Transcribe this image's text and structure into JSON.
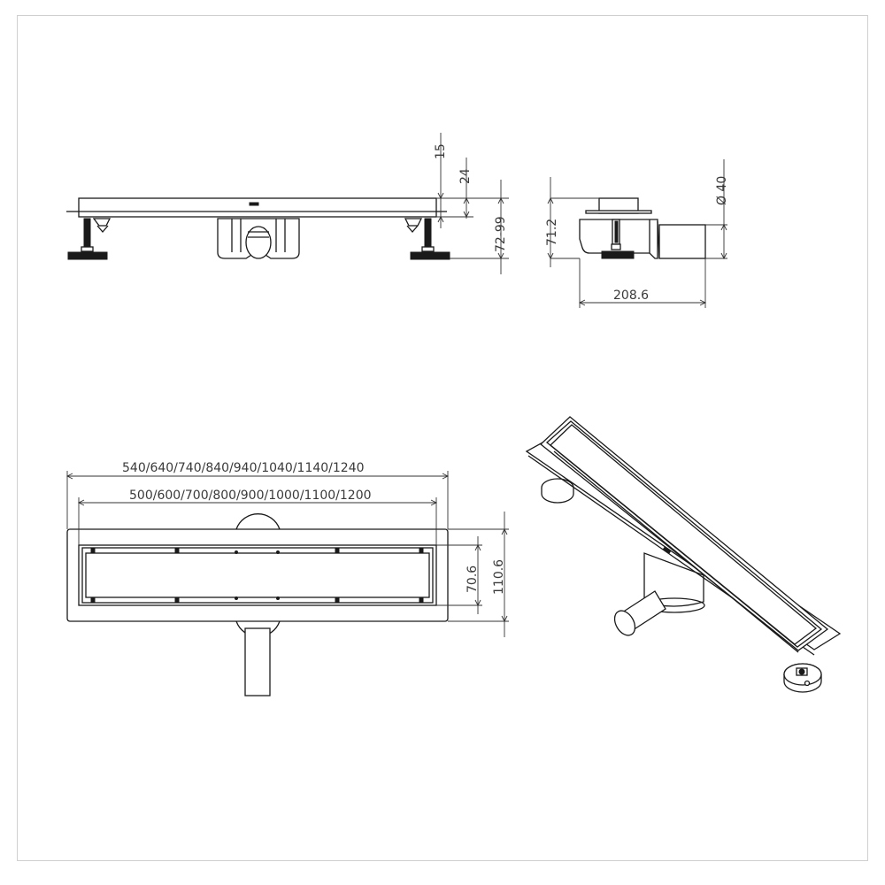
{
  "drawing": {
    "subject": "Linear shower drain technical drawing",
    "views": {
      "front_view": {
        "dimensions": {
          "grate_thickness": "15",
          "channel_height": "24",
          "total_height_range": "72-99"
        }
      },
      "side_view": {
        "dimensions": {
          "outlet_diameter": "Ø 40",
          "height": "71.2",
          "depth": "208.6"
        }
      },
      "top_view": {
        "dimensions": {
          "overall_lengths": "540/640/740/840/940/1040/1140/1240",
          "grate_lengths": "500/600/700/800/900/1000/1100/1200",
          "grate_width": "70.6",
          "overall_width": "110.6"
        }
      },
      "isometric_view": {}
    },
    "colors": {
      "line": "#1a1a1a",
      "dimension_text": "#3a3a3a",
      "frame": "#cfcfcf",
      "background": "#ffffff"
    }
  }
}
